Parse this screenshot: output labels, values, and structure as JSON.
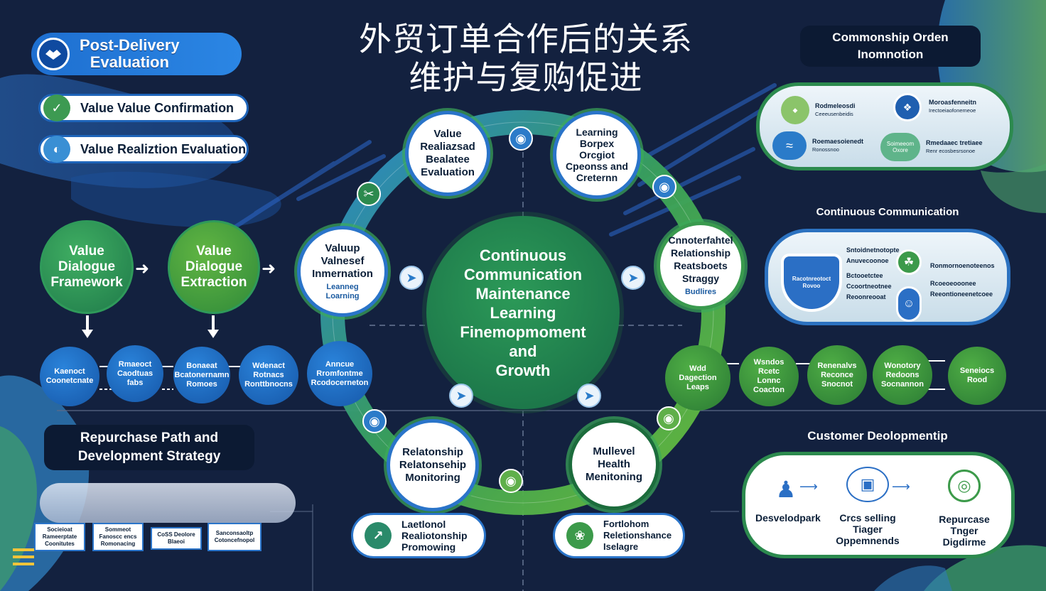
{
  "title": {
    "line1": "外贸订单合作后的关系",
    "line2": "维护与复购促进"
  },
  "left_header": {
    "post_delivery": "Post-Delivery\nEvaluation",
    "value_confirmation": "Value Value Confirmation",
    "value_realization": "Value Realiztion Evaluation"
  },
  "left_flow": {
    "value_dialogue_framework": "Value\nDialogue\nFramework",
    "value_dialogue_extraction": "Value\nDialogue\nExtraction",
    "small_circles": [
      "Kaenoct\nCoonetcnate",
      "Rmaeoct\nCaodtuas\nfabs",
      "Bonaeat\nBcatonernamn\nRomoes",
      "Wdenact\nRotnacs\nRonttbnocns",
      "Anncue\nRromfontme\nRcodocerneton"
    ]
  },
  "repurchase": {
    "header": "Repurchase Path and\nDevelopment Strategy",
    "boxes": [
      "Socieioat\nRameerptate\nCoonitutes",
      "Sommeot\nFanoscc encs\nRomonacing",
      "CoSS Deolore\nBlaeoi",
      "Sanconsaoltp\nCotoncefnopol"
    ]
  },
  "ring": {
    "top_left": "Value\nRealiazsad\nBealatee\nEvaluation",
    "top_right": "Learning\nBorpex\nOrcgiot\nCpeonss and\nCreternn",
    "left": "Valuup\nValnesef\nInmernation",
    "left_sub": "Leanneg\nLoarning",
    "right": "Cnnoterfahtel\nRelationship\nReatsboets\nStraggy",
    "right_sub": "Budlires",
    "bottom_left": "Relatonship\nRelatonsehip\nMonitoring",
    "bottom_right": "Mullevel\nHealth\nMenitoning",
    "center": "Continuous\nCommunication\nMaintenance\nLearning\nFinemopmoment\nand\nGrowth"
  },
  "bottom_boxes": {
    "left": "Laetlonol\nRealiotonship\nPromowing",
    "right": "Fortlohom\nReletionshance\nIselagre"
  },
  "right_flow": {
    "small_circles": [
      "Wdd\nDagection\nLeaps",
      "Wsndos\nRcetc\nLonnc\nCoacton",
      "Renenalvs\nReconce\nSnocnot",
      "Wonotory\nRedoons\nSocnannon",
      "Seneiocs\nRood"
    ]
  },
  "commonship": {
    "header": "Commonship Orden\nInomnotion",
    "items": [
      {
        "icon": "ico",
        "title": "Rodmeleosdi",
        "text": "Ceeeusenbeidis"
      },
      {
        "icon": "ico",
        "title": "Moroasfenneitn",
        "text": "Irectoeiaofonemeoe"
      },
      {
        "icon": "ico",
        "title": "Roemaesoienedt",
        "text": "Ronossnoo"
      },
      {
        "icon": "ico",
        "title": "Rmedaaec tretiaee",
        "text": "Renr ecosbesrsonoe"
      }
    ],
    "emblem_text": "Soimeeom\nOxore"
  },
  "continuous_comm": {
    "header": "Continuous Communication",
    "shield_text": "Racotnreotoct\nRovoo",
    "lines": [
      "Sntoidnetnotopte",
      "Anuvecoonoe",
      "Bctooetctee",
      "Ccoortneotnee",
      "Reoonreooat",
      "Ronmornoenoteenos",
      "Rcoeoeooonee",
      "Reeontioneenetcoee"
    ]
  },
  "customer_dev": {
    "header": "Customer Deolopmentip",
    "steps": [
      "Desvelodpark",
      "Crcs selling\nTiager\nOppemnends",
      "Repurcase\nTnger\nDigdirme"
    ]
  },
  "colors": {
    "background": "#13213f",
    "accent_blue": "#2a74c9",
    "accent_green": "#2c8a4e",
    "center_green": "#1f7a4a"
  }
}
